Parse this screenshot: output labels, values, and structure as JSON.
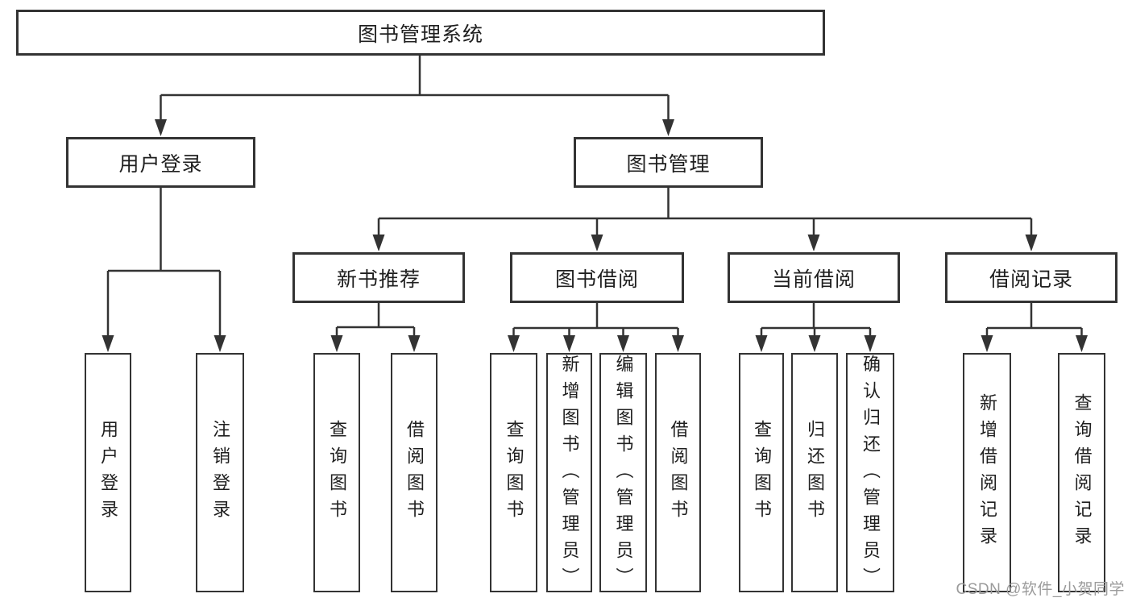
{
  "diagram": {
    "root": {
      "label": "图书管理系统"
    },
    "level2": [
      {
        "label": "用户登录"
      },
      {
        "label": "图书管理"
      }
    ],
    "level3": [
      {
        "label": "新书推荐"
      },
      {
        "label": "图书借阅"
      },
      {
        "label": "当前借阅"
      },
      {
        "label": "借阅记录"
      }
    ],
    "leaves": {
      "user_login": [
        "用户登录",
        "注销登录"
      ],
      "new_books": [
        "查询图书",
        "借阅图书"
      ],
      "book_borrow": [
        "查询图书",
        "新增图书（管理员）",
        "编辑图书（管理员）",
        "借阅图书"
      ],
      "current_borrow": [
        "查询图书",
        "归还图书",
        "确认归还（管理员）"
      ],
      "borrow_records": [
        "新增借阅记录",
        "查询借阅记录"
      ]
    }
  },
  "watermark": {
    "text": "CSDN @软件_小贺同学"
  },
  "colors": {
    "line": "#333333",
    "box_border": "#333333",
    "box_fill": "#ffffff",
    "text": "#1f1f1f",
    "watermark": "#9b9b9b",
    "background": "#ffffff"
  }
}
